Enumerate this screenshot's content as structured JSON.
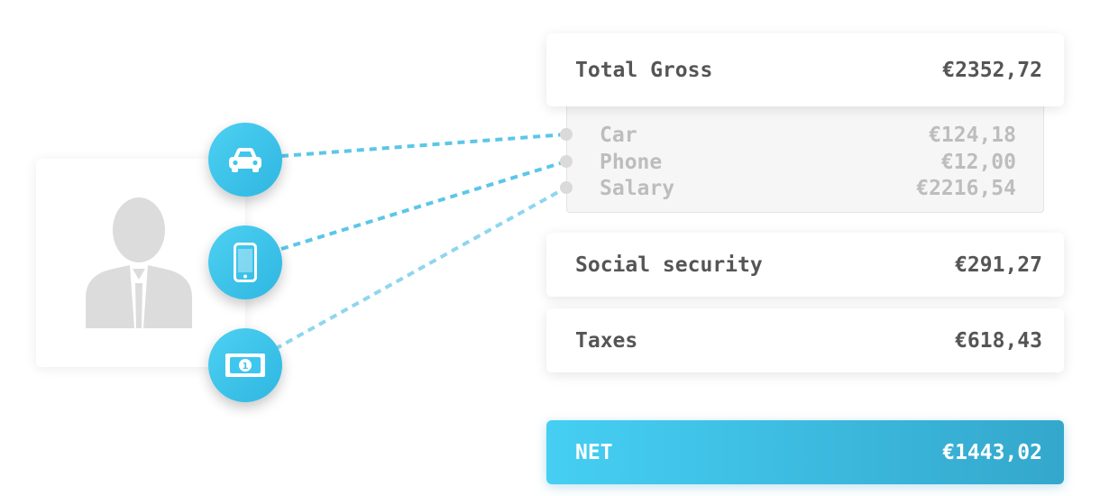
{
  "total_gross": {
    "label": "Total Gross",
    "value": "€2352,72"
  },
  "breakdown": [
    {
      "label": "Car",
      "value": "€124,18"
    },
    {
      "label": "Phone",
      "value": "€12,00"
    },
    {
      "label": "Salary",
      "value": "€2216,54"
    }
  ],
  "social_security": {
    "label": "Social security",
    "value": "€291,27"
  },
  "taxes": {
    "label": "Taxes",
    "value": "€618,43"
  },
  "net": {
    "label": "NET",
    "value": "€1443,02"
  },
  "icons": [
    "car-icon",
    "phone-icon",
    "banknote-icon",
    "person-icon"
  ],
  "colors": {
    "accent": "#3ec6ef",
    "text": "#555555",
    "muted": "#bdbdbd"
  }
}
